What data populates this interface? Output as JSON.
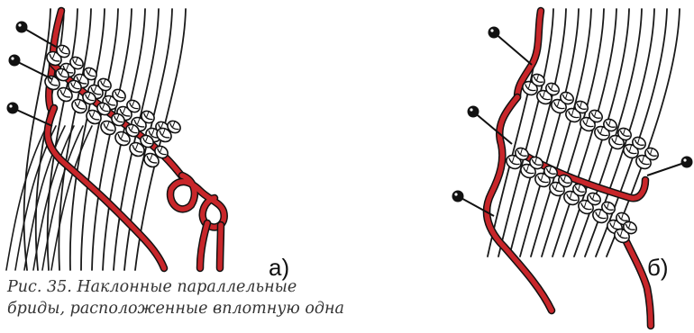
{
  "figure": {
    "caption_lines": [
      "Рис. 35. Наклонные параллельные",
      "бриды, расположенные вплотную одна"
    ],
    "panels": [
      {
        "id": "a",
        "label": "а)"
      },
      {
        "id": "b",
        "label": "б)"
      }
    ],
    "colors": {
      "cord": "#c8262a",
      "outline": "#111111",
      "knot_fill": "#ffffff",
      "pin_head": "#111111"
    },
    "icons": [
      "pin-icon",
      "knot-icon"
    ]
  }
}
